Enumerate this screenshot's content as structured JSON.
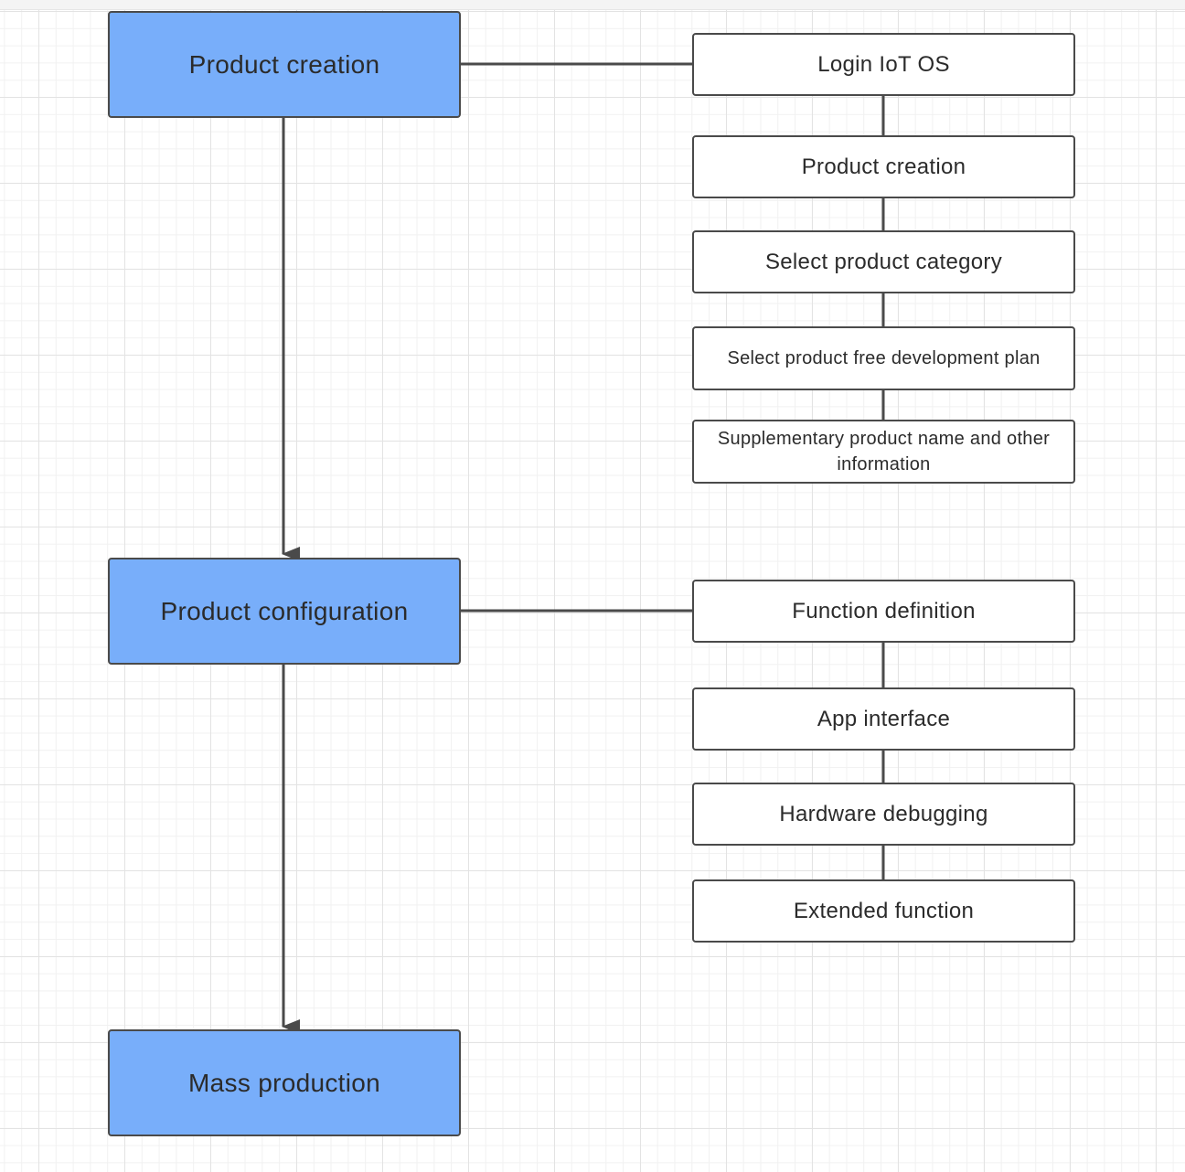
{
  "stages": [
    {
      "label": "Product creation"
    },
    {
      "label": "Product configuration"
    },
    {
      "label": "Mass production"
    }
  ],
  "creation_steps": [
    {
      "label": "Login IoT OS"
    },
    {
      "label": "Product creation"
    },
    {
      "label": "Select product category"
    },
    {
      "label": "Select product free development plan"
    },
    {
      "label": "Supplementary product name and other information"
    }
  ],
  "configuration_steps": [
    {
      "label": "Function definition"
    },
    {
      "label": "App interface"
    },
    {
      "label": "Hardware debugging"
    },
    {
      "label": "Extended function"
    }
  ],
  "colors": {
    "stage_fill": "#78aefa",
    "step_fill": "#ffffff",
    "stroke": "#4a4a4a",
    "grid": "#e3e3e3"
  }
}
